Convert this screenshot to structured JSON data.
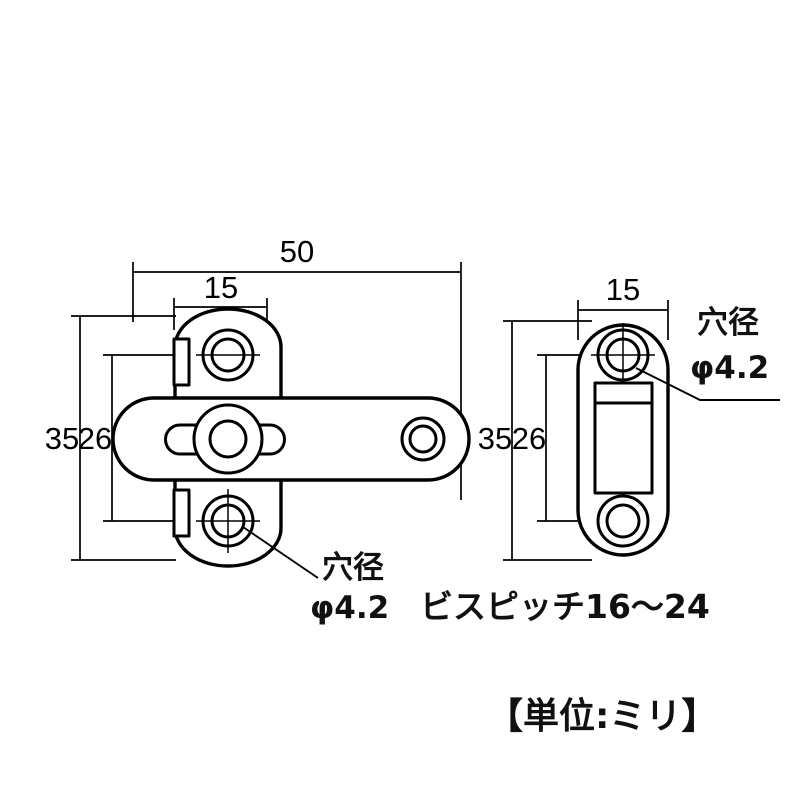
{
  "document": {
    "title": "金具 寸法図",
    "background_color": "#ffffff",
    "line_color": "#000000",
    "unit_note": "【単位:ミリ】"
  },
  "views": {
    "left": {
      "name": "latch-body-view",
      "dimensions": {
        "overall_width": "50",
        "tab_width": "15",
        "overall_height": "35",
        "inner_height": "26"
      },
      "annotation": {
        "hole_label": "穴径",
        "hole_diameter": "φ4.2"
      }
    },
    "right": {
      "name": "strike-plate-view",
      "dimensions": {
        "plate_width": "15",
        "overall_height": "35",
        "inner_height": "26"
      },
      "annotation": {
        "hole_label": "穴径",
        "hole_diameter": "φ4.2"
      }
    }
  },
  "notes": {
    "screw_pitch": "ビスピッチ16〜24",
    "unit": "【単位:ミリ】"
  }
}
